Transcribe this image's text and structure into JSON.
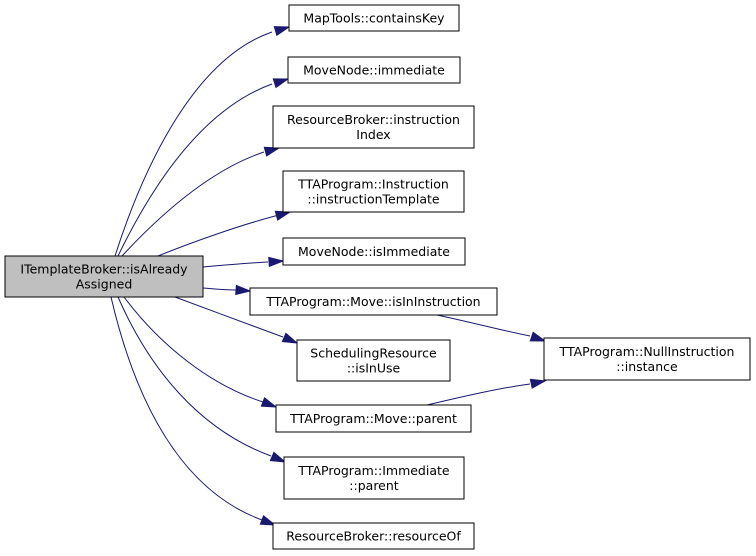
{
  "graph": {
    "root": {
      "id": "root",
      "lines": [
        "ITemplateBroker::isAlready",
        "Assigned"
      ],
      "fill": "#bfbfbf"
    },
    "nodes": [
      {
        "id": "n1",
        "lines": [
          "MapTools::containsKey"
        ]
      },
      {
        "id": "n2",
        "lines": [
          "MoveNode::immediate"
        ]
      },
      {
        "id": "n3",
        "lines": [
          "ResourceBroker::instruction",
          "Index"
        ]
      },
      {
        "id": "n4",
        "lines": [
          "TTAProgram::Instruction",
          "::instructionTemplate"
        ]
      },
      {
        "id": "n5",
        "lines": [
          "MoveNode::isImmediate"
        ]
      },
      {
        "id": "n6",
        "lines": [
          "TTAProgram::Move::isInInstruction"
        ]
      },
      {
        "id": "n7",
        "lines": [
          "SchedulingResource",
          "::isInUse"
        ]
      },
      {
        "id": "n8",
        "lines": [
          "TTAProgram::Move::parent"
        ]
      },
      {
        "id": "n9",
        "lines": [
          "TTAProgram::Immediate",
          "::parent"
        ]
      },
      {
        "id": "n10",
        "lines": [
          "ResourceBroker::resourceOf"
        ]
      },
      {
        "id": "n11",
        "lines": [
          "TTAProgram::NullInstruction",
          "::instance"
        ]
      }
    ],
    "edges": [
      {
        "from": "root",
        "to": "n1"
      },
      {
        "from": "root",
        "to": "n2"
      },
      {
        "from": "root",
        "to": "n3"
      },
      {
        "from": "root",
        "to": "n4"
      },
      {
        "from": "root",
        "to": "n5"
      },
      {
        "from": "root",
        "to": "n6"
      },
      {
        "from": "root",
        "to": "n7"
      },
      {
        "from": "root",
        "to": "n8"
      },
      {
        "from": "root",
        "to": "n9"
      },
      {
        "from": "root",
        "to": "n10"
      },
      {
        "from": "n6",
        "to": "n11"
      },
      {
        "from": "n8",
        "to": "n11"
      }
    ],
    "colors": {
      "edge": "#191970",
      "node_fill": "#ffffff",
      "node_border": "#000000"
    }
  }
}
